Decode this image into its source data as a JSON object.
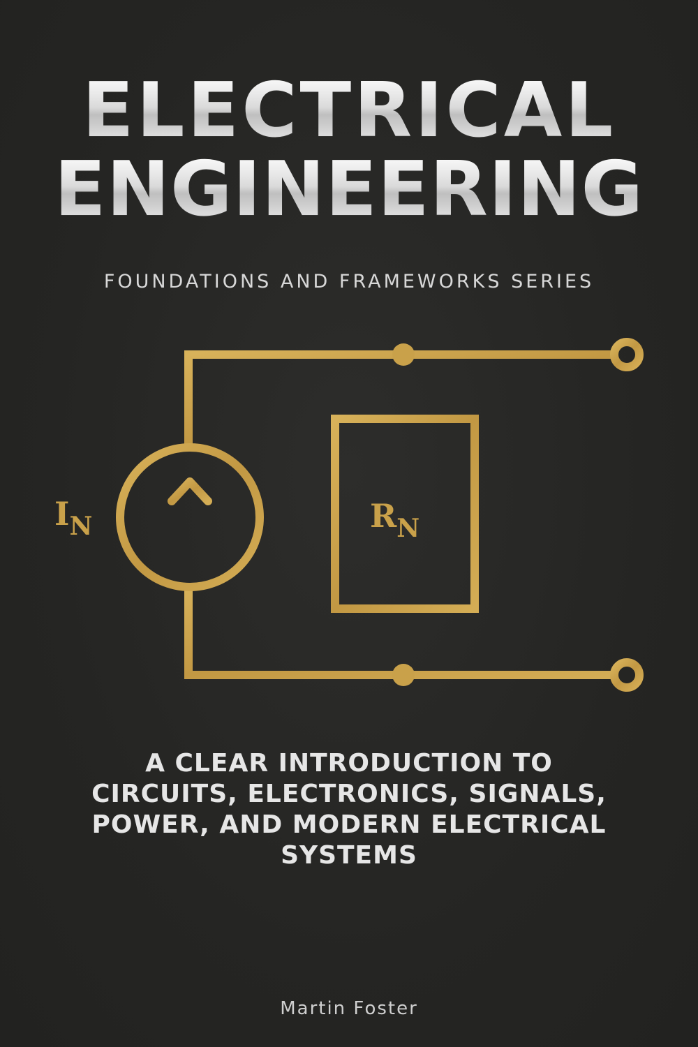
{
  "cover": {
    "title_line1": "ELECTRICAL",
    "title_line2": "ENGINEERING",
    "series": "FOUNDATIONS AND FRAMEWORKS SERIES",
    "diagram": {
      "current_source_label": "I",
      "current_source_subscript": "N",
      "resistor_label": "R",
      "resistor_subscript": "N"
    },
    "subtitle_lines": [
      "A CLEAR INTRODUCTION TO",
      "CIRCUITS, ELECTRONICS, SIGNALS,",
      "POWER, AND MODERN ELECTRICAL",
      "SYSTEMS"
    ],
    "author": "Martin Foster"
  },
  "colors": {
    "background": "#262624",
    "gold": "#c9a14a",
    "title_silver": "#e8e8e8"
  }
}
